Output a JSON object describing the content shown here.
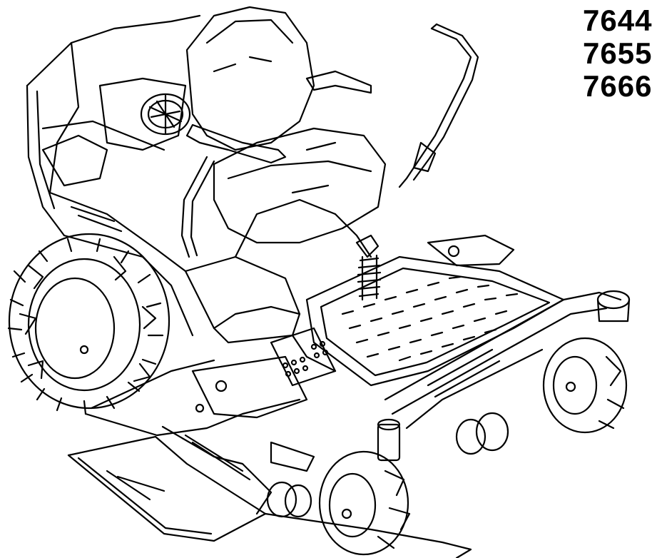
{
  "model_numbers": [
    "7644",
    "7655",
    "7666"
  ],
  "illustration": {
    "subject": "zero-turn-riding-mower-line-art",
    "line_color": "#000000",
    "background_color": "#ffffff"
  }
}
